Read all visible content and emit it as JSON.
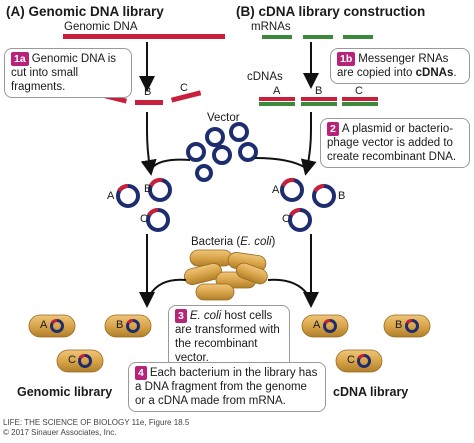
{
  "headers": {
    "left": {
      "tag": "(A)",
      "title": "Genomic DNA library"
    },
    "right": {
      "tag": "(B)",
      "title": "cDNA library construction"
    }
  },
  "labels": {
    "genomic_dna": "Genomic DNA",
    "mrnas": "mRNAs",
    "cdnas": "cDNAs",
    "vector": "Vector",
    "bacteria_prefix": "Bacteria (",
    "bacteria_italic": "E. coli",
    "bacteria_suffix": ")"
  },
  "fragments": [
    "A",
    "B",
    "C"
  ],
  "steps": [
    {
      "id": "1a",
      "text": "Genomic DNA is cut into small fragments."
    },
    {
      "id": "1b",
      "text_plain": "Messenger RNAs are copied into ",
      "text_bold": "cDNAs",
      "text_end": "."
    },
    {
      "id": "2",
      "text": "A plasmid or bacterio-phage vector is added to create recombinant DNA."
    },
    {
      "id": "3",
      "text_italic": "E. coli",
      "text": " host cells are transformed with the recombinant vector."
    },
    {
      "id": "4",
      "text": "Each bacterium in the library has a DNA fragment from the genome or a cDNA made from mRNA."
    }
  ],
  "libraries": {
    "left": "Genomic library",
    "right": "cDNA library"
  },
  "credit": {
    "line1": "LIFE: THE SCIENCE OF BIOLOGY 11e, Figure 18.5",
    "line2": "© 2017 Sinauer Associates, Inc."
  },
  "colors": {
    "dna_red": "#c8203a",
    "mrna_green": "#3b8a3b",
    "plasmid_navy": "#1e2d6e",
    "badge_magenta": "#b8237a",
    "bacterium_tan": "#d9a54a"
  }
}
